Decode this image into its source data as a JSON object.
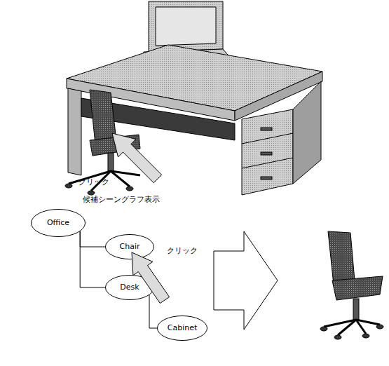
{
  "diagram": {
    "nodes": [
      {
        "text": [
          "Office"
        ]
      },
      {
        "text": [
          "Chair"
        ]
      },
      {
        "text": [
          "Desk"
        ]
      },
      {
        "text": [
          "Cabinet"
        ]
      }
    ],
    "edges": [
      {
        "from": 0,
        "to": 1,
        "arrow": "none"
      },
      {
        "from": 0,
        "to": 2,
        "arrow": "none"
      },
      {
        "from": 2,
        "to": 3,
        "arrow": "none"
      }
    ],
    "labels": [
      "クリック",
      "候補シーングラフ表示",
      "クリック"
    ]
  }
}
